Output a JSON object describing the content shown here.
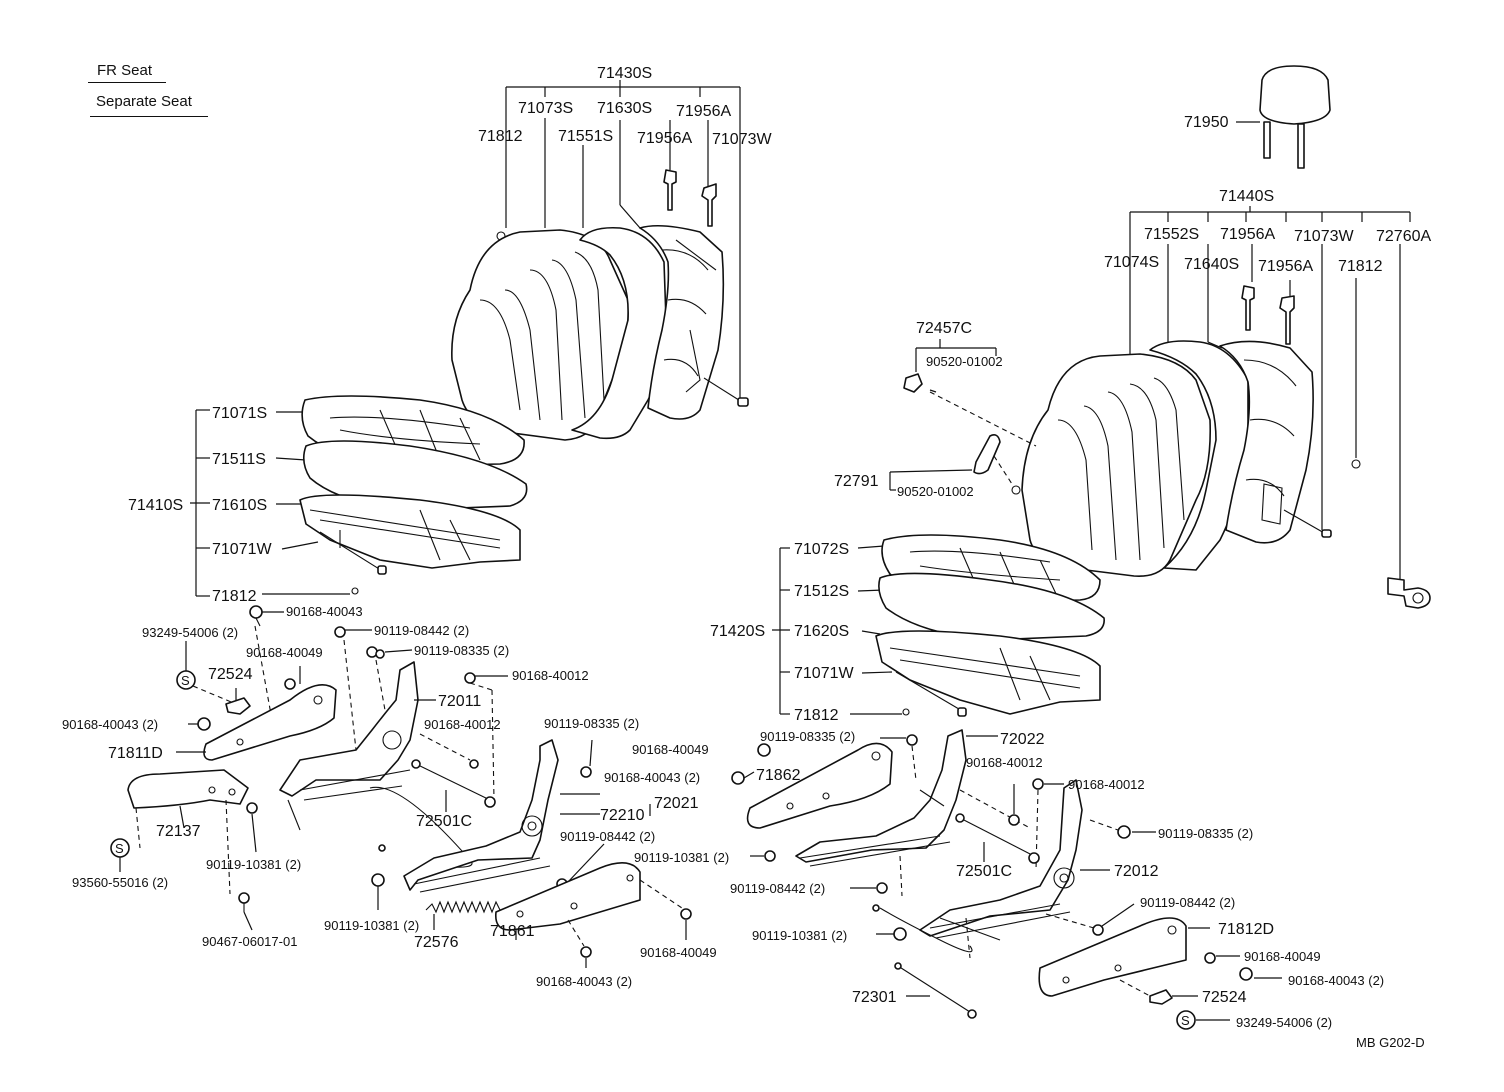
{
  "header": {
    "title": "FR Seat",
    "subtitle": "Separate Seat"
  },
  "footer": {
    "code": "MB G202-D"
  },
  "left_seat": {
    "back_group": "71430S",
    "back_parts": [
      "71073S",
      "71630S",
      "71956A",
      "71812",
      "71551S",
      "71956A",
      "71073W"
    ],
    "cushion_group": "71410S",
    "cushion_parts": [
      "71071S",
      "71511S",
      "71610S",
      "71071W",
      "71812"
    ]
  },
  "right_seat": {
    "headrest": "71950",
    "back_group": "71440S",
    "back_parts": [
      "71552S",
      "71956A",
      "71073W",
      "72760A",
      "71074S",
      "71640S",
      "71956A",
      "71812"
    ],
    "cushion_group": "71420S",
    "cushion_parts": [
      "71072S",
      "71512S",
      "71620S",
      "71071W",
      "71812"
    ],
    "recliner": [
      "72457C",
      "90520-01002",
      "72791",
      "90520-01002"
    ]
  },
  "left_adjuster": [
    "90168-40043",
    "93249-54006 (2)",
    "90119-08442 (2)",
    "90119-08335 (2)",
    "90168-40049",
    "72524",
    "90168-40012",
    "72011",
    "90168-40043 (2)",
    "90168-40012",
    "71811D",
    "90119-08335 (2)",
    "72021",
    "72210",
    "90119-08442 (2)",
    "72137",
    "72501C",
    "90119-10381 (2)",
    "93560-55016 (2)",
    "90119-10381 (2)",
    "72576",
    "71861",
    "90168-40049",
    "90467-06017-01",
    "90168-40043 (2)"
  ],
  "right_adjuster": [
    "90119-08335 (2)",
    "72022",
    "90168-40049",
    "71862",
    "90168-40043 (2)",
    "90168-40012",
    "90168-40012",
    "90119-08335 (2)",
    "90119-10381 (2)",
    "72501C",
    "72012",
    "90119-08442 (2)",
    "90119-08442 (2)",
    "90119-10381 (2)",
    "71812D",
    "90168-40049",
    "90168-40043 (2)",
    "72301",
    "72524",
    "93249-54006 (2)"
  ],
  "symbols": {
    "s_mark": "S"
  }
}
